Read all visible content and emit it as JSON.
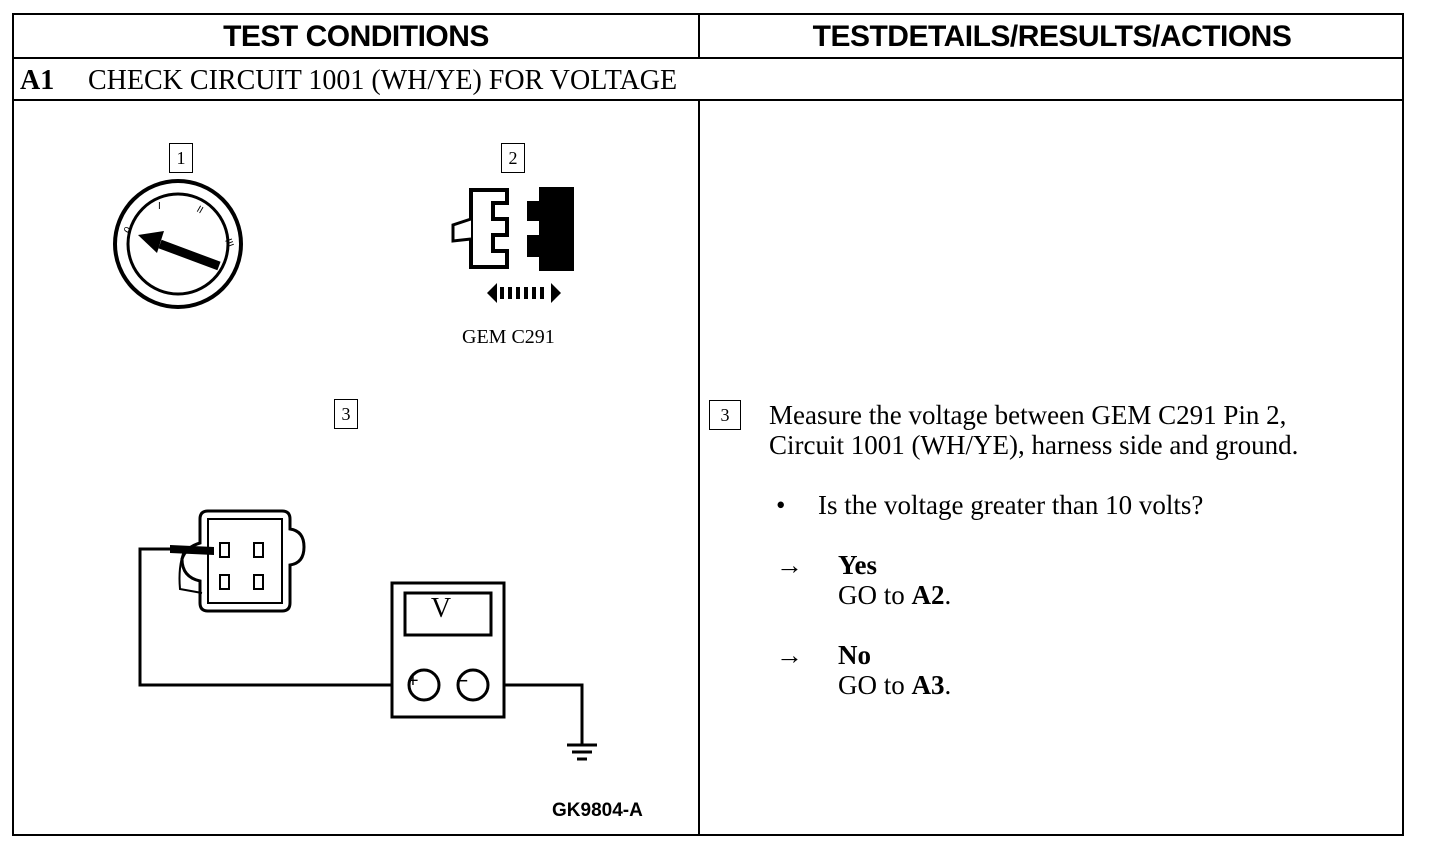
{
  "header": {
    "left": "TEST CONDITIONS",
    "right": "TESTDETAILS/RESULTS/ACTIONS"
  },
  "step": {
    "id": "A1",
    "title": "CHECK CIRCUIT 1001 (WH/YE) FOR VOLTAGE"
  },
  "figure": {
    "callouts": [
      "1",
      "2",
      "3"
    ],
    "connector_label": "GEM C291",
    "meter_label": "V",
    "meter_plus": "+",
    "meter_minus": "−",
    "figure_id": "GK9804-A"
  },
  "details": {
    "callout": "3",
    "instruction_line1": "Measure the voltage between GEM C291 Pin 2,",
    "instruction_line2": "Circuit 1001 (WH/YE), harness side and ground.",
    "bullet": "•",
    "question": "Is the voltage greater than 10 volts?",
    "arrow": "→",
    "yes_label": "Yes",
    "yes_action_prefix": "GO to",
    "yes_action_target": "A2",
    "no_label": "No",
    "no_action_prefix": "GO to",
    "no_action_target": "A3",
    "period": "."
  }
}
